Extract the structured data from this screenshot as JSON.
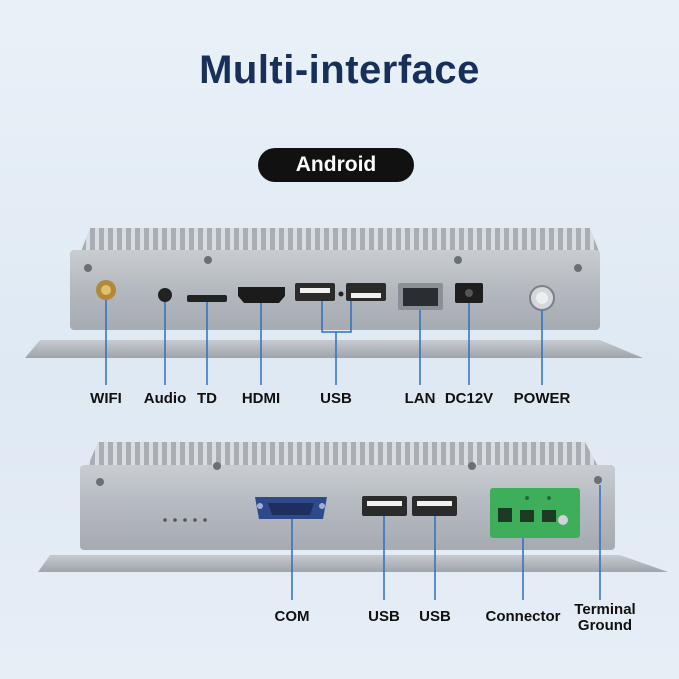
{
  "title": "Multi-interface",
  "os_badge": "Android",
  "top_panel_labels": {
    "wifi": "WIFI",
    "audio": "Audio",
    "td": "TD",
    "hdmi": "HDMI",
    "usb": "USB",
    "lan": "LAN",
    "dc": "DC12V",
    "power": "POWER"
  },
  "bottom_panel_labels": {
    "com": "COM",
    "usb1": "USB",
    "usb2": "USB",
    "connector": "Connector",
    "terminal_ground_1": "Terminal",
    "terminal_ground_2": "Ground"
  },
  "colors": {
    "title": "#17305a",
    "callout_line": "#2d6fc0",
    "terminal_block": "#3fae5a",
    "com_port": "#2f4a8a"
  }
}
